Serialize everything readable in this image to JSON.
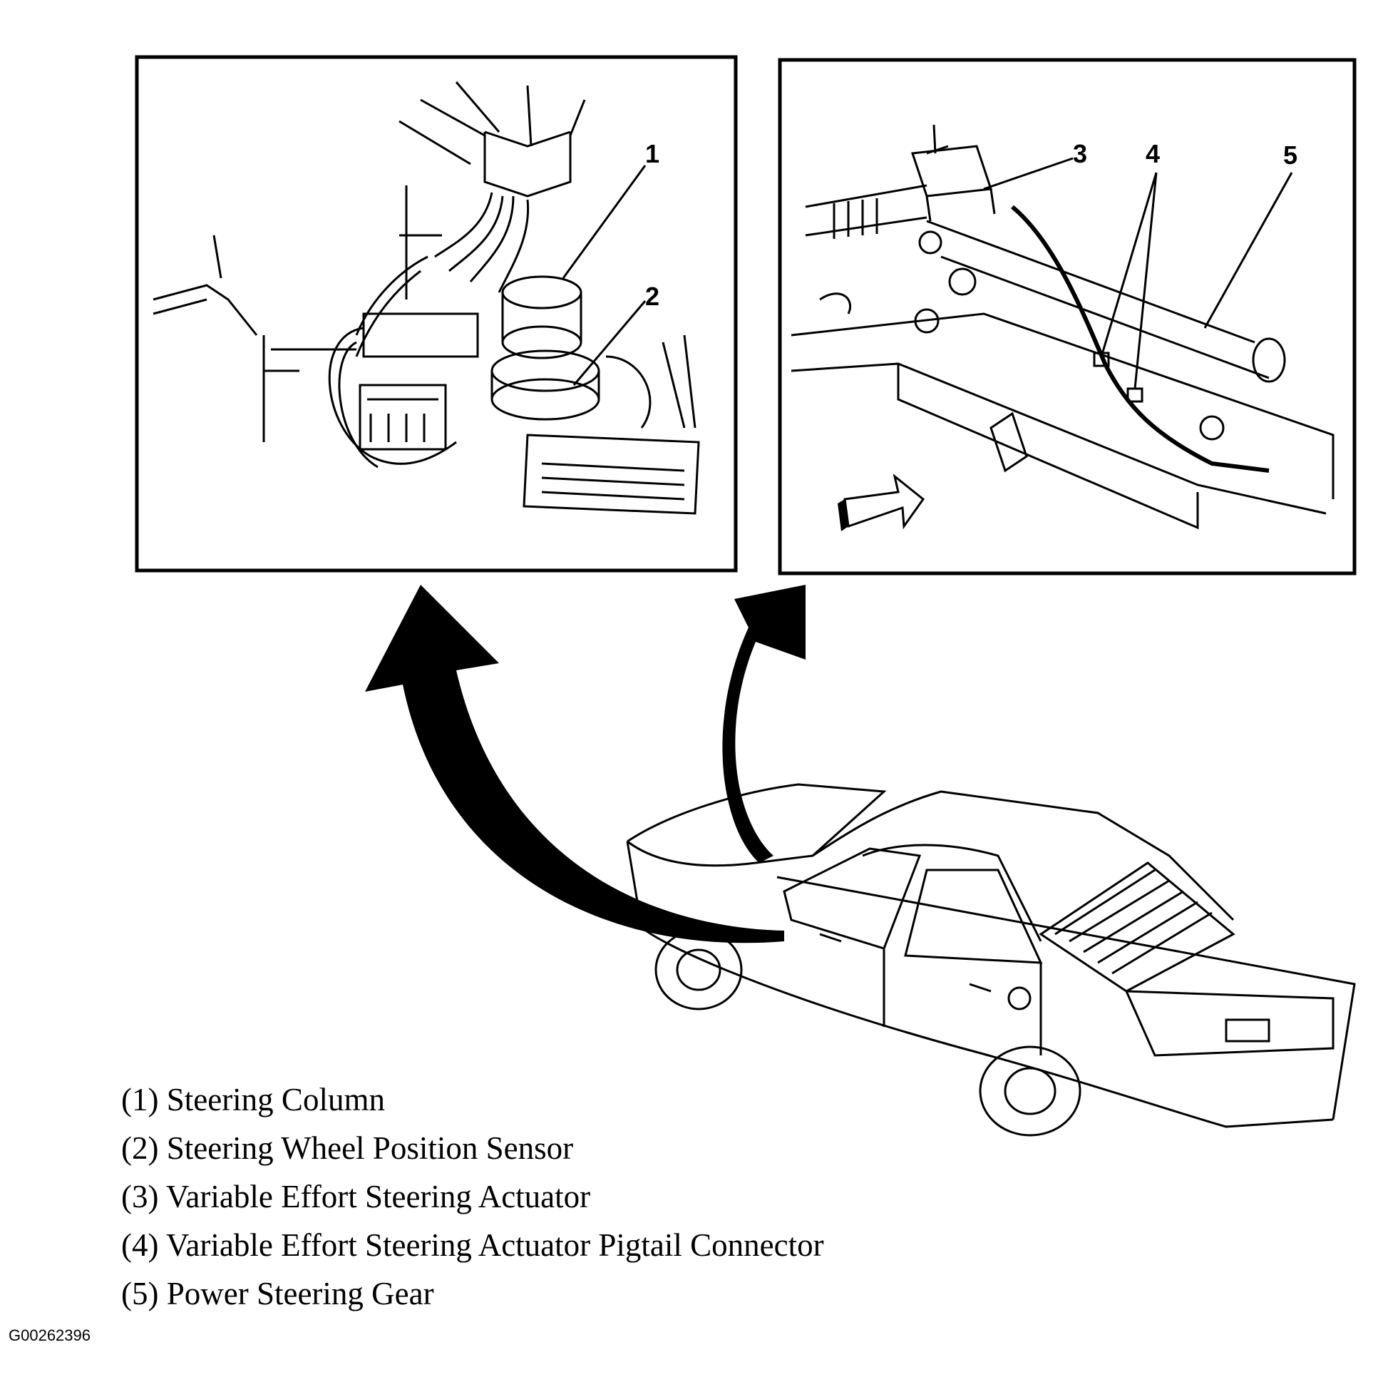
{
  "callouts": {
    "c1": "1",
    "c2": "2",
    "c3": "3",
    "c4": "4",
    "c5": "5"
  },
  "legend": [
    "(1) Steering Column",
    "(2) Steering Wheel Position Sensor",
    "(3) Variable Effort Steering Actuator",
    "(4) Variable Effort Steering Actuator Pigtail Connector",
    "(5) Power Steering Gear"
  ],
  "figure_id": "G00262396",
  "colors": {
    "ink": "#000000",
    "paper": "#ffffff"
  }
}
